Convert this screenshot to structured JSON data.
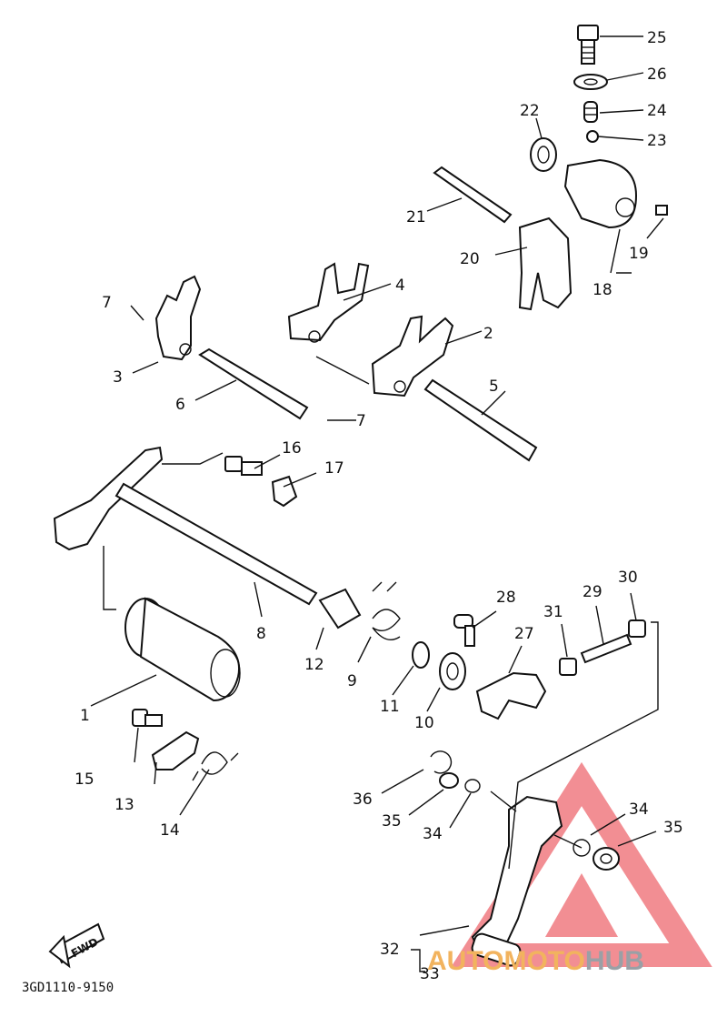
{
  "diagram": {
    "code": "3GD1110-9150",
    "fwd_label": "FWD",
    "watermark": {
      "prefix": "AUTOMOTO",
      "suffix": "HUB",
      "prefix_color": "#f2b35e",
      "suffix_color": "#9aa0a6",
      "logo_color": "#e8323c"
    },
    "labels": [
      "1",
      "2",
      "3",
      "4",
      "5",
      "6",
      "7",
      "7",
      "8",
      "9",
      "10",
      "11",
      "12",
      "13",
      "14",
      "15",
      "16",
      "17",
      "18",
      "19",
      "20",
      "21",
      "22",
      "23",
      "24",
      "25",
      "26",
      "27",
      "28",
      "29",
      "30",
      "31",
      "32",
      "33",
      "34",
      "34",
      "35",
      "35",
      "36"
    ]
  }
}
